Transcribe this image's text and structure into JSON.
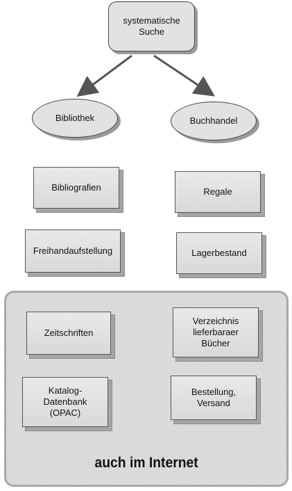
{
  "diagram": {
    "root": {
      "label": "systematische\nSuche"
    },
    "branches": [
      {
        "label": "Bibliothek",
        "items": [
          "Bibliografien",
          "Freihandaufstellung"
        ]
      },
      {
        "label": "Buchhandel",
        "items": [
          "Regale",
          "Lagerbestand"
        ]
      }
    ],
    "internet_region": {
      "label": "auch im Internet",
      "left_items": [
        "Zeitschriften",
        "Katalog-\nDatenbank\n(OPAC)"
      ],
      "right_items": [
        "Verzeichnis\nlieferbaraer\nBücher",
        "Bestellung,\nVersand"
      ]
    }
  },
  "colors": {
    "node_fill": "#e2e2e2",
    "shadow": "#9a9a9a",
    "arrow": "#555555",
    "region_border": "#a9a9a9"
  }
}
